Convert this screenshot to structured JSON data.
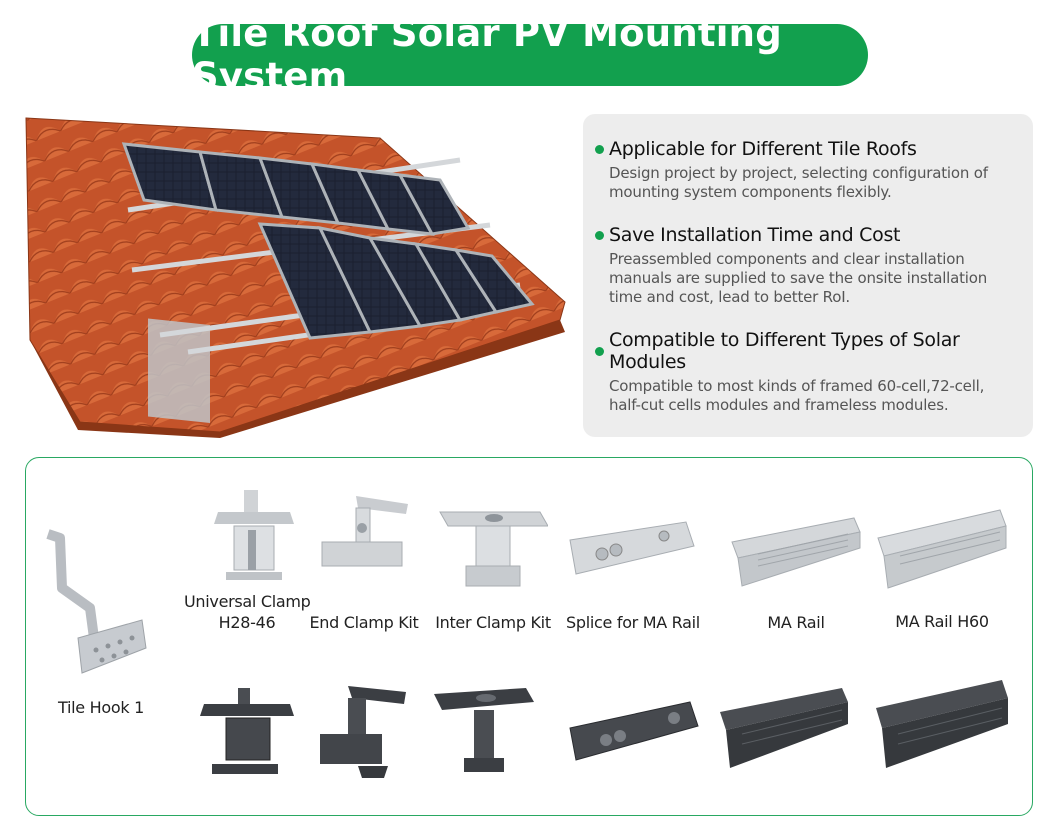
{
  "title": "Tile Roof Solar PV Mounting System",
  "colors": {
    "accent": "#12a04e",
    "tile": "#c8552a",
    "panel": "#1c2130",
    "aluminium": "#c9ccd0",
    "black_anodized": "#3a3d42"
  },
  "features": [
    {
      "icon": "bullet-dot",
      "title": "Applicable for Different Tile Roofs",
      "desc": "Design project by project, selecting configuration of mounting system components flexibly."
    },
    {
      "icon": "bullet-dot",
      "title": "Save Installation Time and Cost",
      "desc": "Preassembled components and clear installation manuals are supplied to save the onsite installation time and cost, lead to better RoI."
    },
    {
      "icon": "bullet-dot",
      "title": "Compatible to Different Types of Solar Modules",
      "desc": "Compatible to most kinds of framed 60-cell,72-cell, half-cut cells modules and frameless modules."
    }
  ],
  "products": {
    "tile_hook": "Tile Hook 1",
    "universal_clamp_line1": "Universal Clamp",
    "universal_clamp_line2": "H28-46",
    "end_clamp": "End Clamp Kit",
    "inter_clamp": "Inter Clamp Kit",
    "splice": "Splice for MA Rail",
    "ma_rail": "MA Rail",
    "ma_rail_h60": "MA Rail H60"
  }
}
